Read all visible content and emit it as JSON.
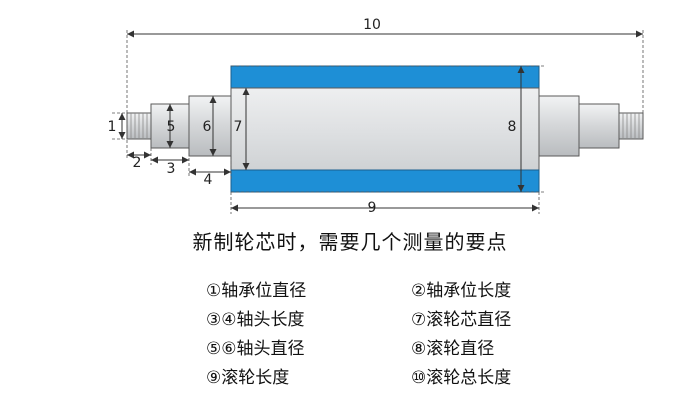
{
  "diagram": {
    "dimension_labels": [
      "1",
      "2",
      "3",
      "4",
      "5",
      "6",
      "7",
      "8",
      "9",
      "10"
    ],
    "caption": "新制轮芯时，需要几个测量的要点",
    "legend": [
      "①轴承位直径",
      "②轴承位长度",
      "③④轴头长度",
      "⑦滚轮芯直径",
      "⑤⑥轴头直径",
      "⑧滚轮直径",
      "⑨滚轮长度",
      "⑩滚轮总长度"
    ],
    "colors": {
      "roller_sleeve": "#1e8fd6",
      "roller_core": "#e0e2e4",
      "shaft": "#d9dbdd",
      "outline": "#5a5a5a",
      "dimension_line": "#333333"
    }
  }
}
